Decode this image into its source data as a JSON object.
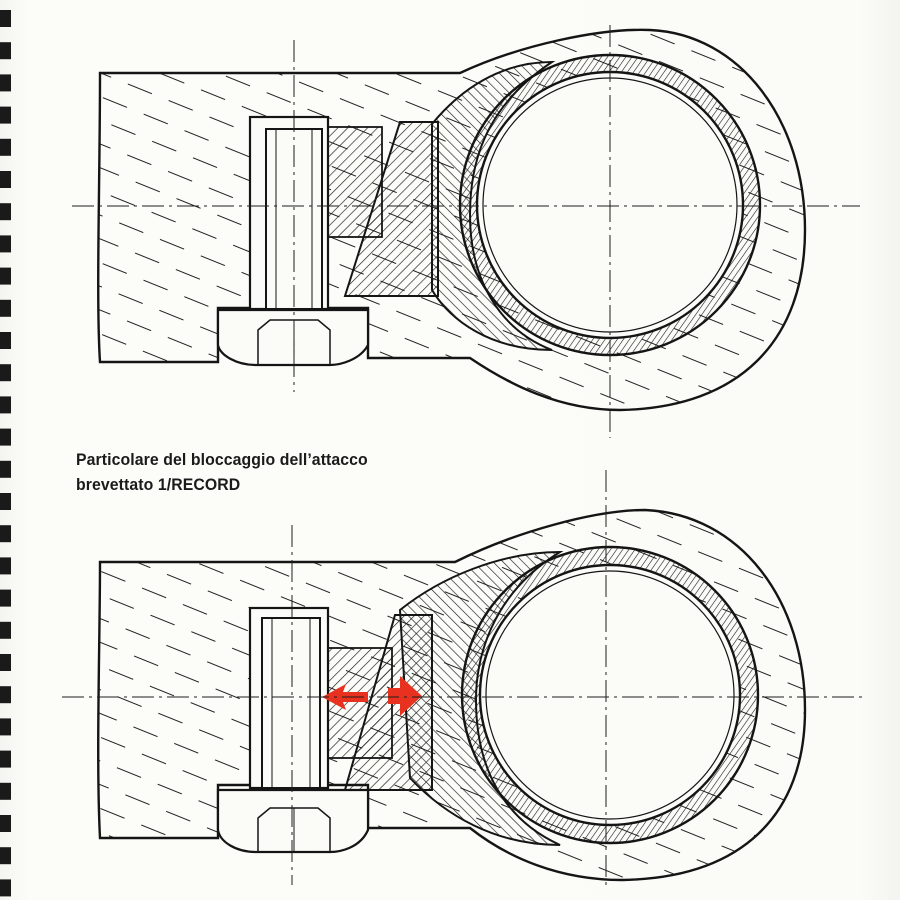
{
  "caption": {
    "line1": "Particolare del bloccaggio dell’attacco",
    "line2": "brevettato 1/RECORD"
  },
  "colors": {
    "ink": "#161616",
    "paper": "#fbfbf8",
    "accent_arrows": "#e8321f",
    "binding_marks": "#1a1a1a"
  },
  "figures": [
    {
      "id": "top",
      "state": "unlocked",
      "force_arrows": false
    },
    {
      "id": "bottom",
      "state": "locked",
      "force_arrows": true
    }
  ]
}
